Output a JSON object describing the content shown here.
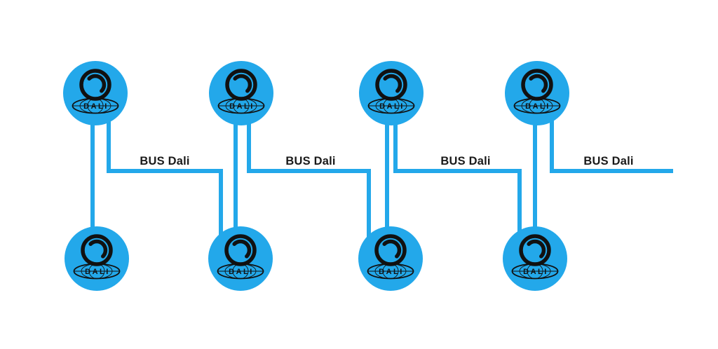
{
  "diagram": {
    "type": "dali-bus-wiring-diagram",
    "bus_labels": [
      "BUS Dali",
      "BUS Dali",
      "BUS Dali",
      "BUS Dali"
    ],
    "nodes": [
      {
        "id": "top-1",
        "label": "DALI"
      },
      {
        "id": "top-2",
        "label": "DALI"
      },
      {
        "id": "top-3",
        "label": "DALI"
      },
      {
        "id": "top-4",
        "label": "DALI"
      },
      {
        "id": "bottom-1",
        "label": "DALI"
      },
      {
        "id": "bottom-2",
        "label": "DALI"
      },
      {
        "id": "bottom-3",
        "label": "DALI"
      },
      {
        "id": "bottom-4",
        "label": "DALI"
      }
    ],
    "icons": {
      "knob": "dimmer-knob-icon",
      "logo": "dali-globe-logo"
    },
    "colors": {
      "accent": "#23A8EA",
      "ink": "#111111",
      "background": "#FFFFFF",
      "label_text": "#1A1A1A"
    }
  }
}
